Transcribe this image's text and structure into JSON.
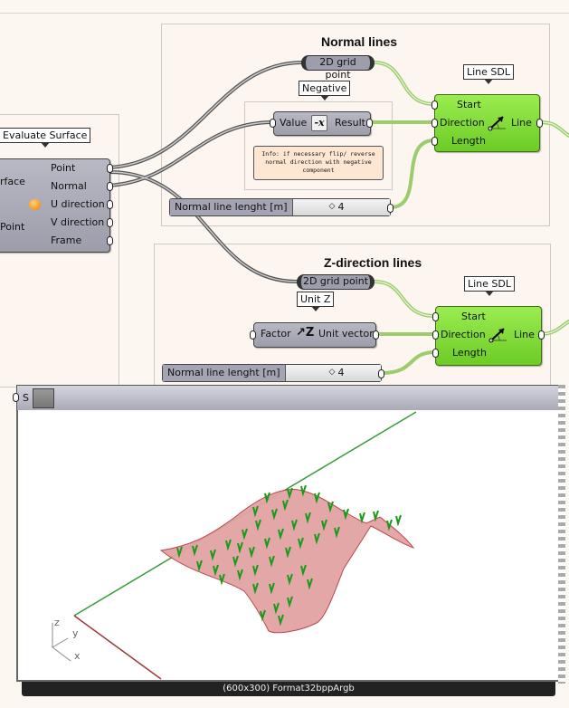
{
  "normal_group": {
    "title": "Normal lines",
    "grid_point": "2D grid point",
    "negative": {
      "tag": "Negative",
      "input": "Value",
      "output": "Result",
      "icon": "negate-x-icon",
      "icon_text": "-x"
    },
    "info": "Info: if necessary flip/ reverse normal direction with negative component",
    "line_sdl": {
      "tag": "Line SDL",
      "inputs": [
        "Start",
        "Direction",
        "Length"
      ],
      "output": "Line"
    },
    "slider": {
      "label": "Normal line lenght [m]",
      "value": "4"
    }
  },
  "evaluate_surface": {
    "tag": "Evaluate Surface",
    "inputs": [
      "rface",
      "Point"
    ],
    "outputs": [
      "Point",
      "Normal",
      "U direction",
      "V direction",
      "Frame"
    ]
  },
  "z_group": {
    "title": "Z-direction lines",
    "grid_point": "2D grid point",
    "unit_z": {
      "tag": "Unit Z",
      "input": "Factor",
      "output": "Unit vector"
    },
    "line_sdl": {
      "tag": "Line SDL",
      "inputs": [
        "Start",
        "Direction",
        "Length"
      ],
      "output": "Line"
    },
    "slider": {
      "label": "Normal line lenght [m]",
      "value": "4"
    }
  },
  "image_viewer": {
    "input": "S",
    "footer": "(600x300) Format32bppArgb",
    "axes": {
      "x": "x",
      "y": "y",
      "z": "z"
    }
  },
  "colors": {
    "canvas": "#fdf7f2",
    "component_green": "#7bd830",
    "wire_green": "#8fcb5a",
    "surface": "#e3a3a3",
    "normals": "#1a9a1a"
  }
}
